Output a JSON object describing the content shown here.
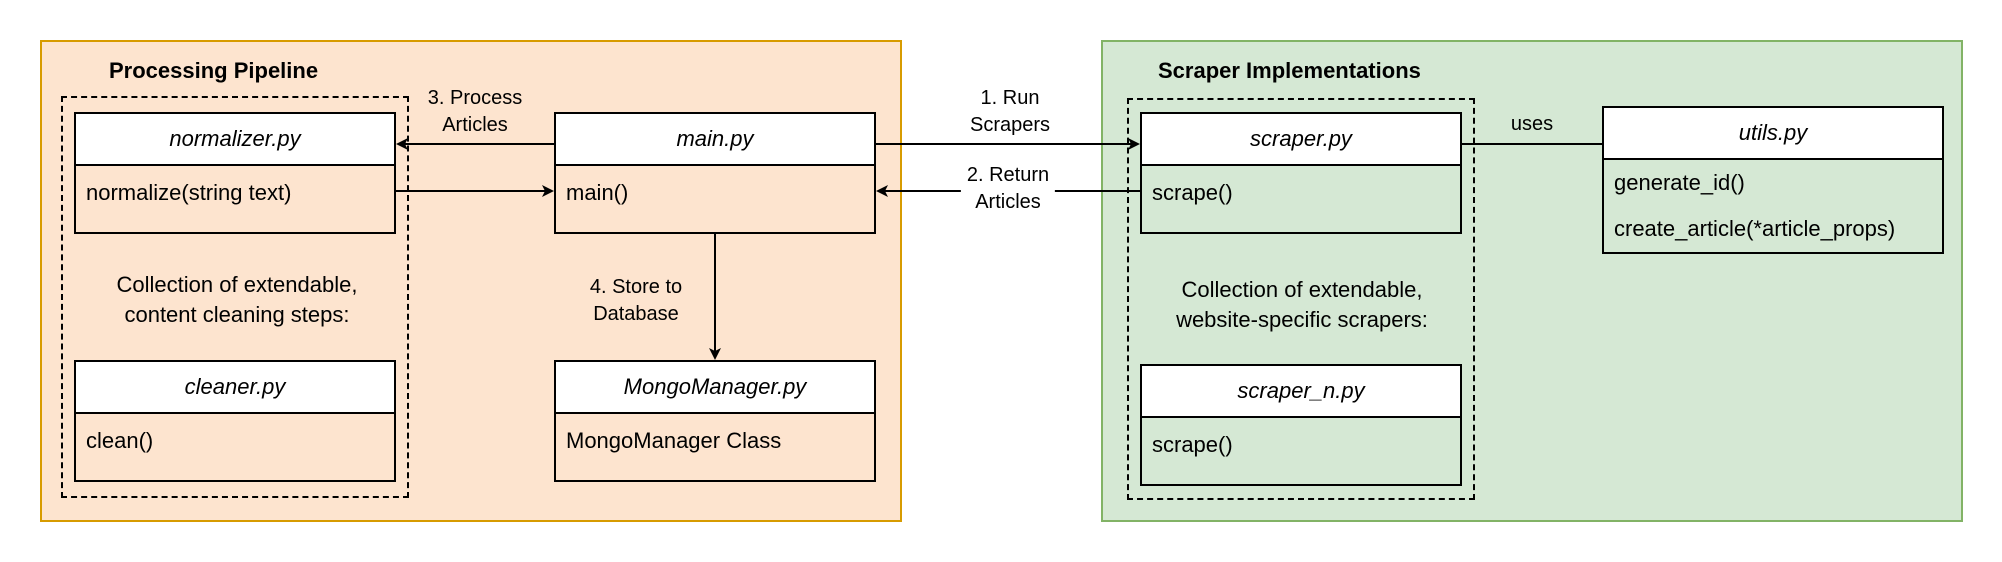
{
  "colors": {
    "pipeline_fill": "#fde4cf",
    "pipeline_border": "#d79b00",
    "scraper_fill": "#d5e8d4",
    "scraper_border": "#82b366",
    "line": "#000000"
  },
  "pipeline": {
    "title": "Processing Pipeline",
    "note": [
      "Collection of extendable,",
      "content cleaning steps:"
    ],
    "normalizer": {
      "name": "normalizer.py",
      "members": [
        "normalize(string text)"
      ]
    },
    "cleaner": {
      "name": "cleaner.py",
      "members": [
        "clean()"
      ]
    },
    "main": {
      "name": "main.py",
      "members": [
        "main()"
      ]
    },
    "mongo": {
      "name": "MongoManager.py",
      "members": [
        "MongoManager Class"
      ]
    }
  },
  "scrapers": {
    "title": "Scraper Implementations",
    "note": [
      "Collection of extendable,",
      "website-specific scrapers:"
    ],
    "scraper": {
      "name": "scraper.py",
      "members": [
        "scrape()"
      ]
    },
    "scraper_n": {
      "name": "scraper_n.py",
      "members": [
        "scrape()"
      ]
    },
    "utils": {
      "name": "utils.py",
      "members": [
        "generate_id()",
        "create_article(*article_props)"
      ]
    }
  },
  "edges": {
    "process_articles": [
      "3. Process",
      "Articles"
    ],
    "run_scrapers": [
      "1. Run",
      "Scrapers"
    ],
    "return_articles": [
      "2. Return",
      "Articles"
    ],
    "store_db": [
      "4. Store to",
      "Database"
    ],
    "uses": "uses"
  }
}
